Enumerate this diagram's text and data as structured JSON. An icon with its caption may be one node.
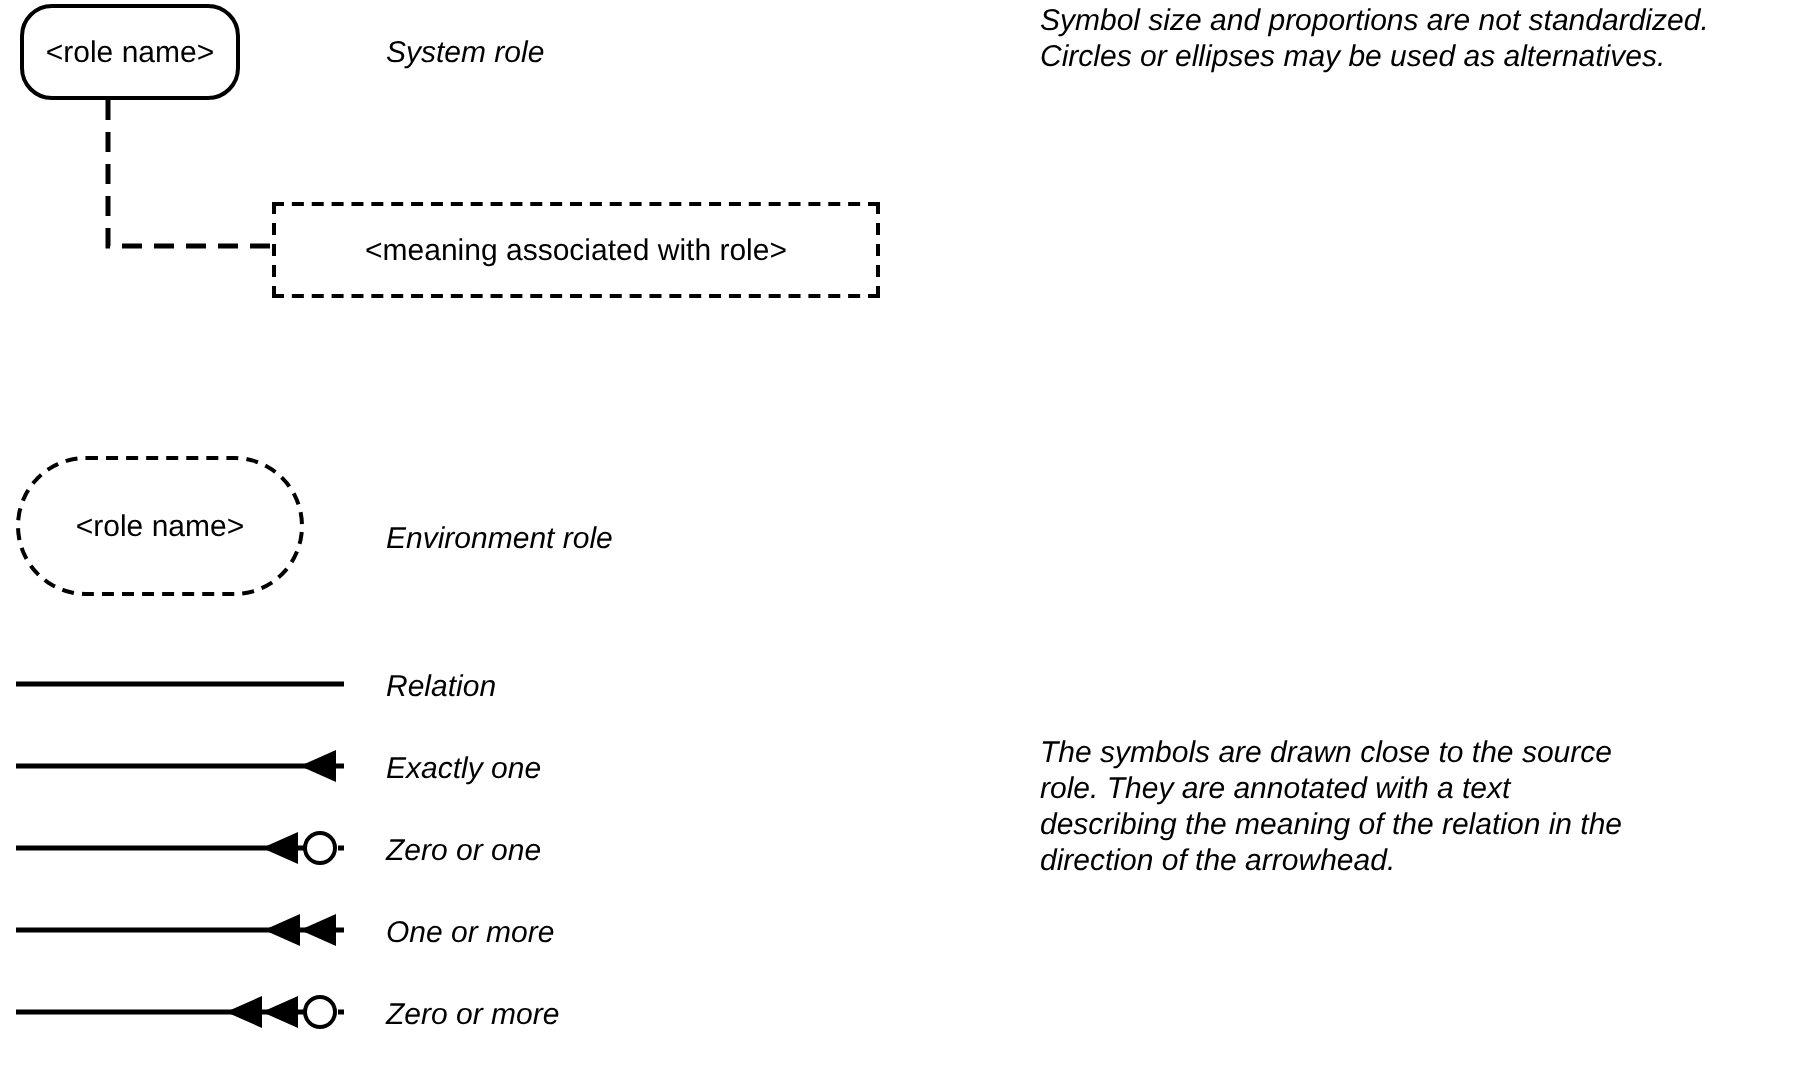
{
  "diagram": {
    "nodes": [
      {
        "text": [
          "<role name>"
        ]
      },
      {
        "text": [
          "<meaning associated with role>"
        ]
      },
      {
        "text": [
          "<role name>"
        ]
      }
    ],
    "edges": [
      {
        "from": 0,
        "to": 1,
        "arrow": "none",
        "style": "dashed"
      }
    ],
    "labels": [
      "Symbol size and proportions are not standardized. Circles or ellipses may be used as alternatives.",
      "The symbols are drawn close to the source role. They are annotated with a text describing the meaning of the relation in the direction of the arrowhead."
    ],
    "legend": [
      {
        "text": "System role"
      },
      {
        "text": "Environment role"
      },
      {
        "text": "Relation"
      },
      {
        "text": "Exactly one"
      },
      {
        "text": "Zero or one"
      },
      {
        "text": "One or more"
      },
      {
        "text": "Zero or more"
      }
    ]
  }
}
